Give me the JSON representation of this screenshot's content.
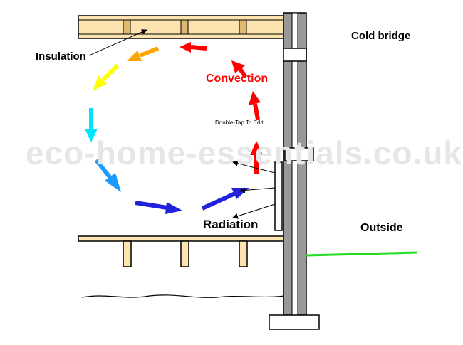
{
  "labels": {
    "insulation": "Insulation",
    "convection": "Convection",
    "radiation": "Radiation",
    "cold_bridge": "Cold bridge",
    "outside": "Outside",
    "edit_hint": "Double-Tap To Edit",
    "watermark": "eco-home-essentials.co.uk"
  },
  "colors": {
    "convection_text": "#ff0000",
    "arrow_red": "#ff0000",
    "arrow_orange": "#ffa500",
    "arrow_yellow": "#ffff00",
    "arrow_cyan": "#00e5ff",
    "arrow_lightblue": "#1e9bff",
    "arrow_blue": "#2222dd",
    "ground_line": "#22dd22",
    "timber": "#fde3ad"
  }
}
